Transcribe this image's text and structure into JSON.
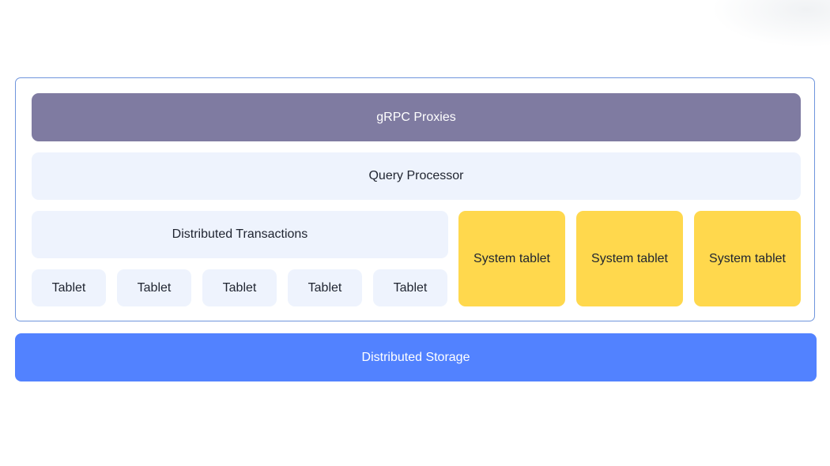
{
  "diagram": {
    "proxies_label": "gRPC Proxies",
    "query_processor_label": "Query Processor",
    "distributed_transactions_label": "Distributed Transactions",
    "tablets": [
      "Tablet",
      "Tablet",
      "Tablet",
      "Tablet",
      "Tablet"
    ],
    "system_tablets": [
      "System tablet",
      "System tablet",
      "System tablet"
    ],
    "storage_label": "Distributed Storage"
  },
  "colors": {
    "proxies": "#7f7ba1",
    "light_block": "#eef3fd",
    "system_tablet": "#ffd84d",
    "storage": "#5282ff",
    "container_border": "#6f95dc"
  }
}
